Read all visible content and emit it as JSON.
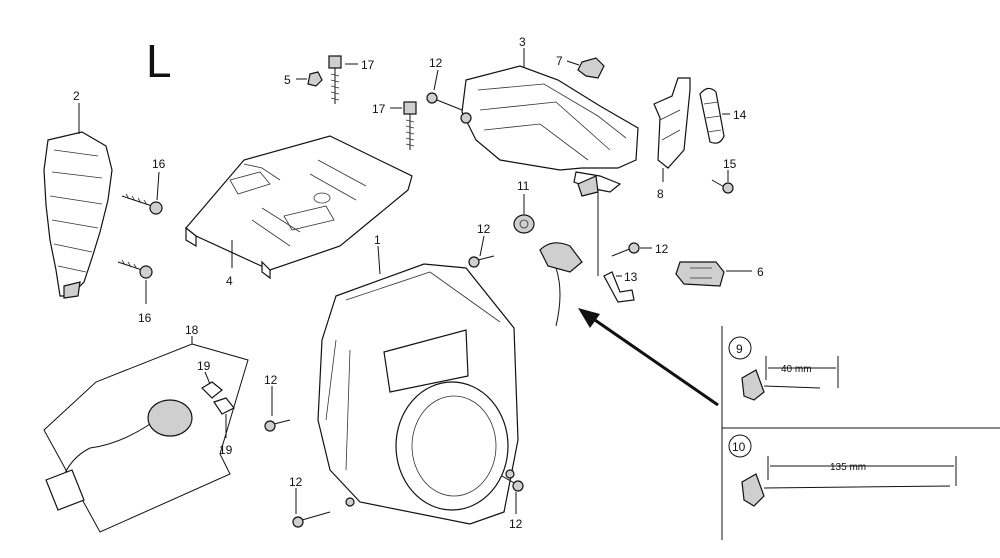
{
  "section_letter": "L",
  "callouts": {
    "c1": "1",
    "c2": "2",
    "c3": "3",
    "c4": "4",
    "c5": "5",
    "c6": "6",
    "c7": "7",
    "c8": "8",
    "c11": "11",
    "c13": "13",
    "c14": "14",
    "c15": "15",
    "c16a": "16",
    "c16b": "16",
    "c17a": "17",
    "c17b": "17",
    "c18": "18",
    "c19a": "19",
    "c19b": "19",
    "c12a": "12",
    "c12b": "12",
    "c12c": "12",
    "c12d": "12",
    "c12e": "12",
    "c12f": "12"
  },
  "inset": {
    "panel9": {
      "number": "9",
      "dimension": "40 mm"
    },
    "panel10": {
      "number": "10",
      "dimension": "135 mm"
    }
  }
}
